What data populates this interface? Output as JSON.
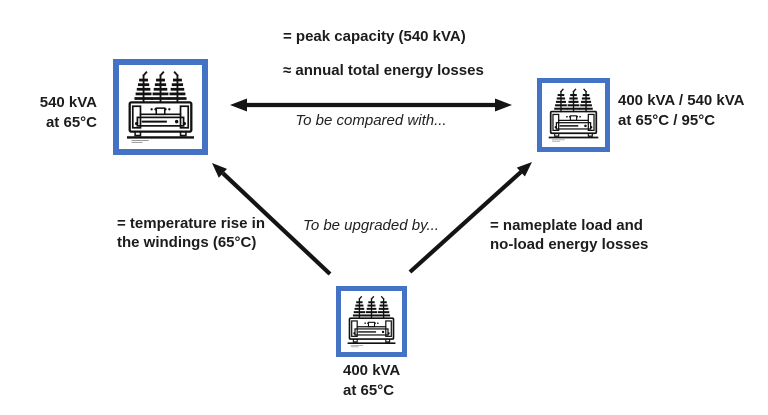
{
  "colors": {
    "accent_blue": "#4472C4",
    "ink": "#1c1c1c",
    "arrow_black": "#141414",
    "background": "#ffffff"
  },
  "icons": {
    "transformer": "power-transformer-icon"
  },
  "nodes": {
    "existing": {
      "label_line1": "540 kVA",
      "label_line2": "at 65°C"
    },
    "proposed": {
      "label_line1": "400 kVA / 540 kVA",
      "label_line2": "at 65°C / 95°C"
    },
    "upgrade": {
      "label_line1": "400 kVA",
      "label_line2": "at 65°C"
    }
  },
  "annotations": {
    "peak_capacity": "= peak capacity (540 kVA)",
    "energy_losses": "≈ annual total energy losses",
    "compare_caption": "To be compared with...",
    "temp_rise_line1": "= temperature rise in",
    "temp_rise_line2": "the windings (65°C)",
    "upgrade_caption": "To be upgraded by...",
    "nameplate_line1": "= nameplate load and",
    "nameplate_line2": "no-load energy losses"
  },
  "arrows": [
    {
      "name": "compare-arrow",
      "type": "double-headed horizontal",
      "connects": "existing transformer ↔ proposed transformer"
    },
    {
      "name": "upgrade-arrow-left",
      "type": "single-headed diagonal",
      "connects": "upgrade transformer → existing transformer"
    },
    {
      "name": "upgrade-arrow-right",
      "type": "single-headed diagonal",
      "connects": "upgrade transformer → proposed transformer"
    }
  ]
}
